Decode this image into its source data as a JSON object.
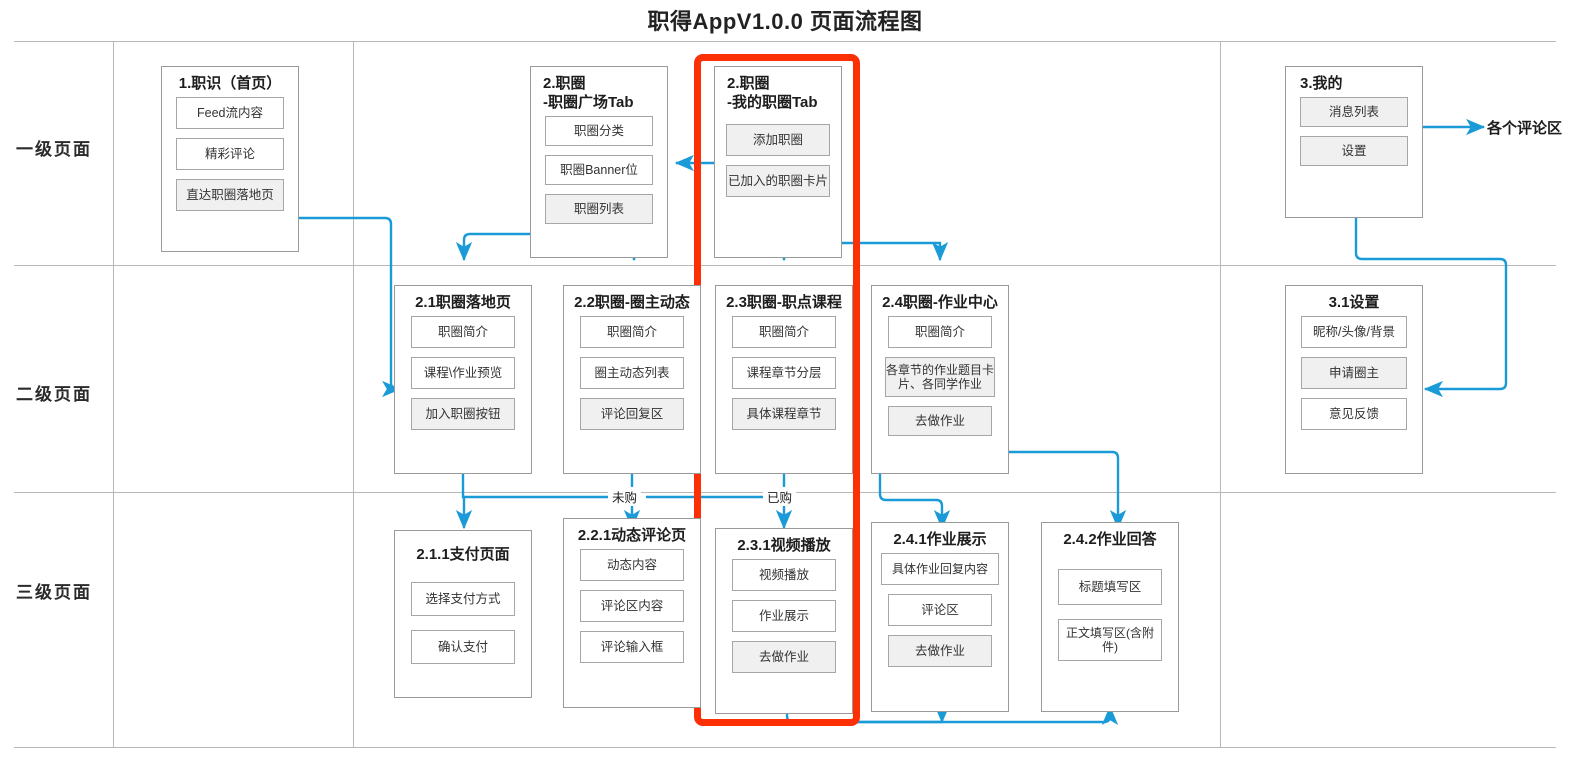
{
  "title": "职得AppV1.0.0  页面流程图",
  "row_labels": [
    {
      "key": "level1",
      "label": "一级页面"
    },
    {
      "key": "level2",
      "label": "二级页面"
    },
    {
      "key": "level3",
      "label": "三级页面"
    }
  ],
  "edge_labels": [
    {
      "key": "unpaid",
      "label": "未购"
    },
    {
      "key": "paid",
      "label": "已购"
    }
  ],
  "external_labels": [
    {
      "key": "comment-areas",
      "label": "各个评论区"
    }
  ],
  "highlight": {
    "color": "#fd2f05",
    "target": "2.职圈 -我的职圈Tab 及其下游"
  },
  "colors": {
    "connector": "#1a9bd7",
    "card_border": "#9a9a9a",
    "item_gray": "#f0f0f0",
    "grid": "#b8b8b8"
  },
  "cards": [
    {
      "id": "c1",
      "title": "1.职识（首页）",
      "items": [
        {
          "label": "Feed流内容",
          "gray": false
        },
        {
          "label": "精彩评论",
          "gray": false
        },
        {
          "label": "直达职圈落地页",
          "gray": true
        }
      ]
    },
    {
      "id": "c2",
      "title_line1": "2.职圈",
      "title_line2": "-职圈广场Tab",
      "items": [
        {
          "label": "职圈分类",
          "gray": false
        },
        {
          "label": "职圈Banner位",
          "gray": false
        },
        {
          "label": "职圈列表",
          "gray": true
        }
      ]
    },
    {
      "id": "c3",
      "title_line1": "2.职圈",
      "title_line2": "-我的职圈Tab",
      "items": [
        {
          "label": "添加职圈",
          "gray": true
        },
        {
          "label": "已加入的职圈卡片",
          "gray": true
        }
      ]
    },
    {
      "id": "c4",
      "title": "3.我的",
      "items": [
        {
          "label": "消息列表",
          "gray": true
        },
        {
          "label": "设置",
          "gray": true
        }
      ]
    },
    {
      "id": "c5",
      "title": "2.1职圈落地页",
      "items": [
        {
          "label": "职圈简介",
          "gray": false
        },
        {
          "label": "课程\\作业预览",
          "gray": false
        },
        {
          "label": "加入职圈按钮",
          "gray": true
        }
      ]
    },
    {
      "id": "c6",
      "title": "2.2职圈-圈主动态",
      "items": [
        {
          "label": "职圈简介",
          "gray": false
        },
        {
          "label": "圈主动态列表",
          "gray": false
        },
        {
          "label": "评论回复区",
          "gray": true
        }
      ]
    },
    {
      "id": "c7",
      "title": "2.3职圈-职点课程",
      "items": [
        {
          "label": "职圈简介",
          "gray": false
        },
        {
          "label": "课程章节分层",
          "gray": false
        },
        {
          "label": "具体课程章节",
          "gray": true
        }
      ]
    },
    {
      "id": "c8",
      "title": "2.4职圈-作业中心",
      "items": [
        {
          "label": "职圈简介",
          "gray": false
        },
        {
          "label": "各章节的作业题目卡片、各同学作业",
          "gray": true
        },
        {
          "label": "去做作业",
          "gray": true
        }
      ]
    },
    {
      "id": "c9",
      "title": "3.1设置",
      "items": [
        {
          "label": "昵称/头像/背景",
          "gray": false
        },
        {
          "label": "申请圈主",
          "gray": true
        },
        {
          "label": "意见反馈",
          "gray": false
        }
      ]
    },
    {
      "id": "c10",
      "title": "2.1.1支付页面",
      "items": [
        {
          "label": "选择支付方式",
          "gray": false
        },
        {
          "label": "确认支付",
          "gray": false
        }
      ]
    },
    {
      "id": "c11",
      "title": "2.2.1动态评论页",
      "items": [
        {
          "label": "动态内容",
          "gray": false
        },
        {
          "label": "评论区内容",
          "gray": false
        },
        {
          "label": "评论输入框",
          "gray": false
        }
      ]
    },
    {
      "id": "c12",
      "title": "2.3.1视频播放",
      "items": [
        {
          "label": "视频播放",
          "gray": false
        },
        {
          "label": "作业展示",
          "gray": false
        },
        {
          "label": "去做作业",
          "gray": true
        }
      ]
    },
    {
      "id": "c13",
      "title": "2.4.1作业展示",
      "items": [
        {
          "label": "具体作业回复内容",
          "gray": false
        },
        {
          "label": "评论区",
          "gray": false
        },
        {
          "label": "去做作业",
          "gray": true
        }
      ]
    },
    {
      "id": "c14",
      "title": "2.4.2作业回答",
      "items": [
        {
          "label": "标题填写区",
          "gray": false
        },
        {
          "label": "正文填写区(含附件)",
          "gray": false
        }
      ]
    }
  ]
}
